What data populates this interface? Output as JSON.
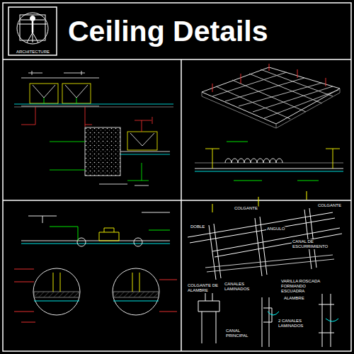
{
  "diagram": {
    "title": "Ceiling Details",
    "labels": [
      "ARCHITECTURE",
      "DOBLE",
      "COLGANTE",
      "ANGULO",
      "COLGANTE",
      "CANAL DE ESCURRIMIENTO",
      "VARILLA ROSCADA FORMANDO ESCUADRA",
      "CANALES LAMINADOS",
      "COLGANTE DE ALAMBRE",
      "ALAMBRE",
      "2 CANALES LAMINADOS",
      "CANAL PRINCIPAL"
    ]
  }
}
